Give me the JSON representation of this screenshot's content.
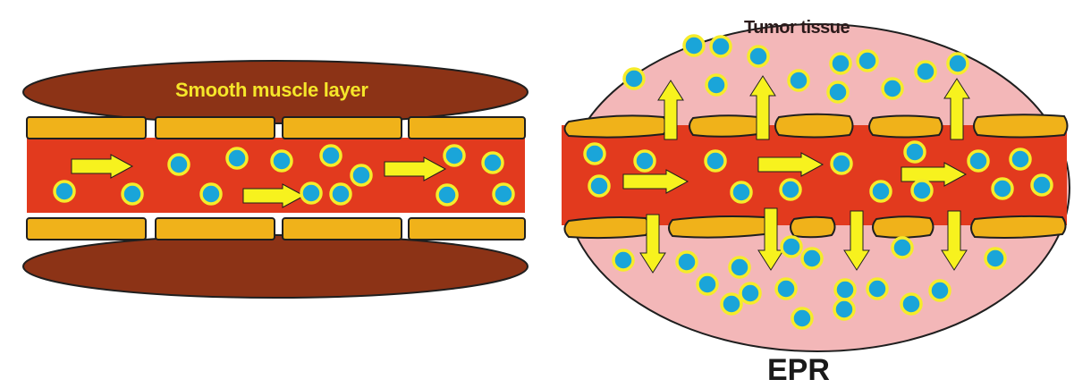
{
  "labels": {
    "smooth_muscle": "Smooth muscle layer",
    "tumor_tissue": "Tumor tissue",
    "epr": "EPR"
  },
  "colors": {
    "blood": "#e23a1e",
    "endothelium": "#f0b21a",
    "muscle": "#8c3316",
    "tumor": "#f3b7b8",
    "nanoparticle_fill": "#1aa5d9",
    "nanoparticle_ring": "#f5ec2a",
    "arrow": "#f7f21e",
    "outline": "#1f1f1f"
  },
  "icons": {
    "nanoparticle": "circle-icon",
    "flow": "arrow-right-icon",
    "leak_up": "arrow-up-icon",
    "leak_down": "arrow-down-icon"
  }
}
